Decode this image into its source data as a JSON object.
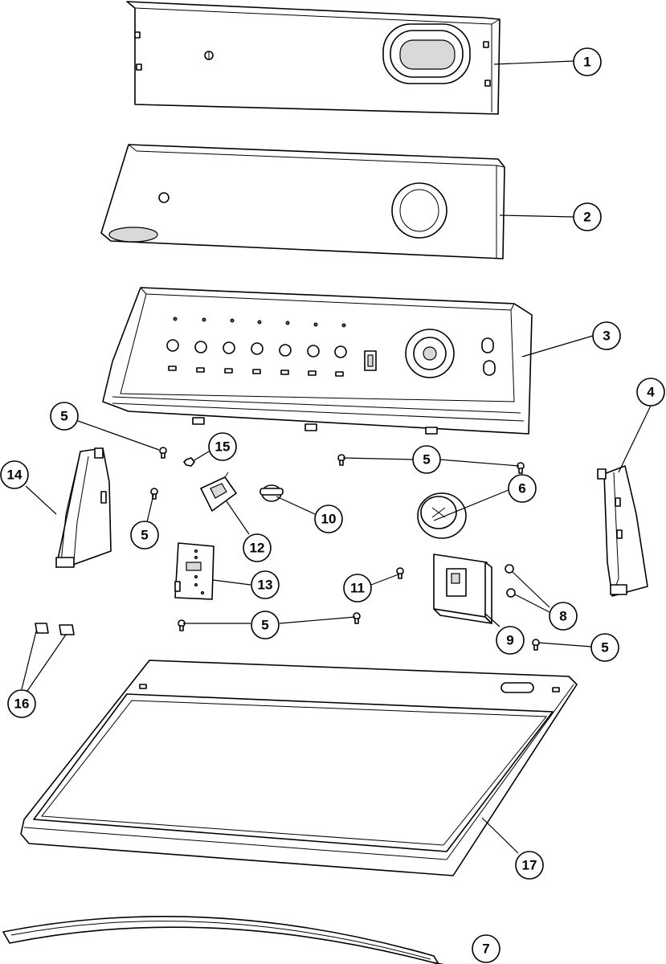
{
  "callouts": [
    {
      "id": "c1",
      "label": "1"
    },
    {
      "id": "c2",
      "label": "2"
    },
    {
      "id": "c3",
      "label": "3"
    },
    {
      "id": "c4",
      "label": "4"
    },
    {
      "id": "c5a",
      "label": "5"
    },
    {
      "id": "c5b",
      "label": "5"
    },
    {
      "id": "c5c",
      "label": "5"
    },
    {
      "id": "c5d",
      "label": "5"
    },
    {
      "id": "c5e",
      "label": "5"
    },
    {
      "id": "c6",
      "label": "6"
    },
    {
      "id": "c7",
      "label": "7"
    },
    {
      "id": "c8",
      "label": "8"
    },
    {
      "id": "c9",
      "label": "9"
    },
    {
      "id": "c10",
      "label": "10"
    },
    {
      "id": "c11",
      "label": "11"
    },
    {
      "id": "c12",
      "label": "12"
    },
    {
      "id": "c13",
      "label": "13"
    },
    {
      "id": "c14",
      "label": "14"
    },
    {
      "id": "c15",
      "label": "15"
    },
    {
      "id": "c16",
      "label": "16"
    },
    {
      "id": "c17",
      "label": "17"
    }
  ]
}
